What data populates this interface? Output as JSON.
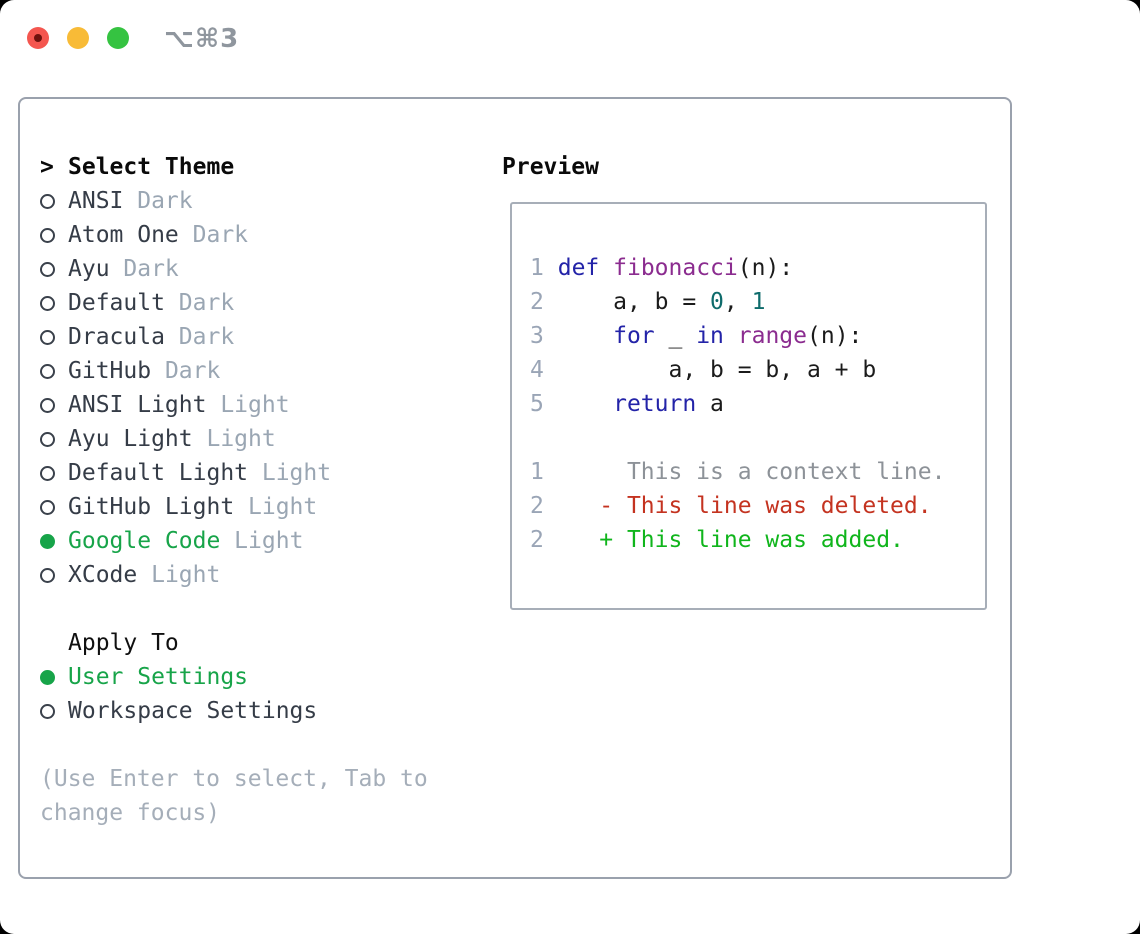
{
  "window": {
    "title": "⌥⌘3",
    "traffic_lights": [
      "close",
      "minimize",
      "zoom"
    ]
  },
  "theme_panel": {
    "header_prefix": ">",
    "header": "Select Theme",
    "themes": [
      {
        "name": "ANSI",
        "variant": "Dark",
        "selected": false
      },
      {
        "name": "Atom One",
        "variant": "Dark",
        "selected": false
      },
      {
        "name": "Ayu",
        "variant": "Dark",
        "selected": false
      },
      {
        "name": "Default",
        "variant": "Dark",
        "selected": false
      },
      {
        "name": "Dracula",
        "variant": "Dark",
        "selected": false
      },
      {
        "name": "GitHub",
        "variant": "Dark",
        "selected": false
      },
      {
        "name": "ANSI Light",
        "variant": "Light",
        "selected": false
      },
      {
        "name": "Ayu Light",
        "variant": "Light",
        "selected": false
      },
      {
        "name": "Default Light",
        "variant": "Light",
        "selected": false
      },
      {
        "name": "GitHub Light",
        "variant": "Light",
        "selected": false
      },
      {
        "name": "Google Code",
        "variant": "Light",
        "selected": true
      },
      {
        "name": "XCode",
        "variant": "Light",
        "selected": false
      }
    ],
    "apply_to": {
      "header": "Apply To",
      "options": [
        {
          "label": "User Settings",
          "selected": true
        },
        {
          "label": "Workspace Settings",
          "selected": false
        }
      ]
    },
    "hint": "(Use Enter to select, Tab to change focus)"
  },
  "preview": {
    "header": "Preview",
    "code_lines": [
      {
        "num": "1",
        "tokens": [
          [
            "kw",
            "def"
          ],
          [
            "pln",
            " "
          ],
          [
            "fn",
            "fibonacci"
          ],
          [
            "pln",
            "(n):"
          ]
        ]
      },
      {
        "num": "2",
        "tokens": [
          [
            "pln",
            "    a, b = "
          ],
          [
            "lit",
            "0"
          ],
          [
            "pln",
            ", "
          ],
          [
            "lit",
            "1"
          ]
        ]
      },
      {
        "num": "3",
        "tokens": [
          [
            "pln",
            "    "
          ],
          [
            "kw",
            "for"
          ],
          [
            "pln",
            " _ "
          ],
          [
            "kw",
            "in"
          ],
          [
            "pln",
            " "
          ],
          [
            "fn",
            "range"
          ],
          [
            "pln",
            "(n):"
          ]
        ]
      },
      {
        "num": "4",
        "tokens": [
          [
            "pln",
            "        a, b = b, a + b"
          ]
        ]
      },
      {
        "num": "5",
        "tokens": [
          [
            "pln",
            "    "
          ],
          [
            "kw",
            "return"
          ],
          [
            "pln",
            " a"
          ]
        ]
      }
    ],
    "diff_lines": [
      {
        "num": "1",
        "type": "ctx",
        "marker": " ",
        "text": "This is a context line."
      },
      {
        "num": "2",
        "type": "del",
        "marker": "-",
        "text": "This line was deleted."
      },
      {
        "num": "2",
        "type": "add",
        "marker": "+",
        "text": "This line was added."
      }
    ]
  },
  "colors": {
    "accent_green": "#17a449",
    "theme_name": "#353c47",
    "variant_gray": "#9aa6b3",
    "hint_gray": "#a5aeb9",
    "panel_border": "#9aa1ad",
    "keyword_blue": "#2323a8",
    "function_purple": "#8b2c8f",
    "literal_teal": "#0e6b6b",
    "line_number": "#9aa5b6",
    "diff_context": "#8d9298",
    "diff_deleted": "#c43320",
    "diff_added": "#10b51c",
    "traffic_red": "#f4564f",
    "traffic_yellow": "#f8bb37",
    "traffic_green": "#35c341",
    "title_gray": "#8f969e"
  }
}
